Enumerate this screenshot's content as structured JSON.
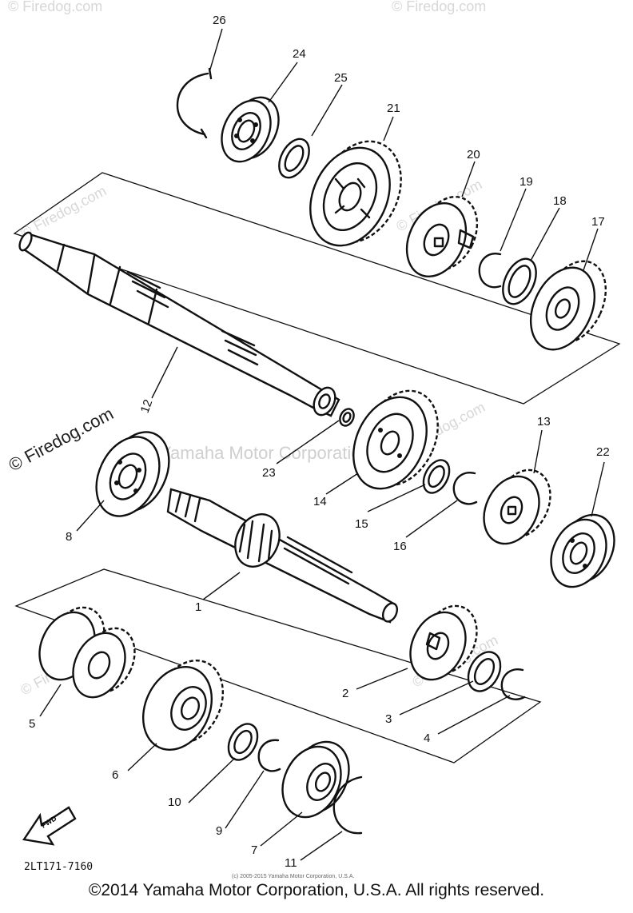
{
  "diagram": {
    "part_code": "2LT171-7160",
    "fwd_label": "FWD",
    "fine_print": "(c) 2005-2015 Yamaha Motor Corporation, U.S.A.",
    "copyright_footer": "©2014 Yamaha Motor Corporation, U.S.A. All rights reserved.",
    "watermarks": {
      "firedog": "© Firedog.com",
      "firedog_short": "Firedog.com",
      "yamaha": "Yamaha Motor Corporation, U.S.A."
    },
    "callouts": {
      "c1": "1",
      "c2": "2",
      "c3": "3",
      "c4": "4",
      "c5": "5",
      "c6": "6",
      "c7": "7",
      "c8": "8",
      "c9": "9",
      "c10": "10",
      "c11": "11",
      "c12": "12",
      "c13": "13",
      "c14": "14",
      "c15": "15",
      "c16": "16",
      "c17": "17",
      "c18": "18",
      "c19": "19",
      "c20": "20",
      "c21": "21",
      "c22": "22",
      "c23": "23",
      "c24": "24",
      "c25": "25",
      "c26": "26"
    }
  }
}
